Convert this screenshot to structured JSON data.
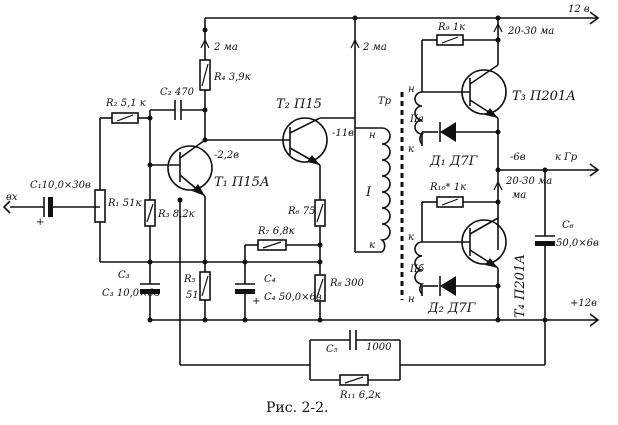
{
  "caption": "Рис. 2-2.",
  "rails": {
    "top": "12 в",
    "bottom": "+12в",
    "out": "к Гр"
  },
  "labels": {
    "input": "вх",
    "c1": "C₁10,0×30в",
    "r1": "R₁ 51к",
    "r2": "R₂ 5,1 к",
    "c2": "C₂ 470",
    "r3": "R₃ 8,2к",
    "c3": "C₃ 10,0×6в",
    "r4": "R₄ 3,9к",
    "r5": "R₅ 51",
    "t1": "T₁ П15А",
    "t1_v": "-2,2в",
    "cur1": "2 ма",
    "t2": "T₂ П15",
    "t2_v": "-11в",
    "cur2": "2 ма",
    "r6": "R₆ 75",
    "r7": "R₇ 6,8к",
    "c4": "C₄ 50,0×6в",
    "r8": "R₈ 300",
    "tr": "Тр",
    "w1": "I",
    "h1": "н",
    "k1": "к",
    "w2a": "IIа",
    "w2b": "IIб",
    "h2a": "н",
    "k2a": "к",
    "h2b": "н",
    "k2b": "к",
    "r9": "R₉ 1к",
    "cur3": "20-30 ма",
    "t3": "T₃ П201А",
    "d1": "Д₁ Д7Г",
    "mid_v": "-6в",
    "cur4": "20-30 ма",
    "r10": "R₁₀* 1к",
    "t4": "T₄ П201А",
    "d2": "Д₂ Д7Г",
    "c6": "C₆ 50,0×6в",
    "c5": "C₅ 1000",
    "r11": "R₁₁ 6,2к",
    "plus": "+"
  }
}
